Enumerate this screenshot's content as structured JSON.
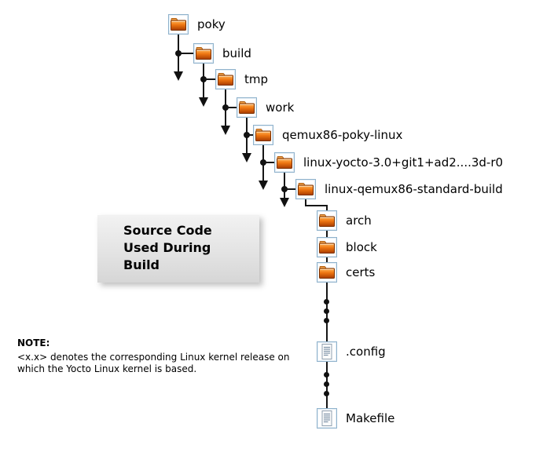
{
  "diagram": {
    "callout": {
      "lines": [
        "Source Code",
        "Used During",
        "Build"
      ]
    },
    "note": {
      "heading": "NOTE:",
      "body_line1": "<x.x> denotes the corresponding Linux kernel release on",
      "body_line2": "which the Yocto Linux kernel is based."
    },
    "tree": {
      "nodes": [
        {
          "label": "poky",
          "icon": "folder-icon"
        },
        {
          "label": "build",
          "icon": "folder-icon"
        },
        {
          "label": "tmp",
          "icon": "folder-icon"
        },
        {
          "label": "work",
          "icon": "folder-icon"
        },
        {
          "label": "qemux86-poky-linux",
          "icon": "folder-icon"
        },
        {
          "label": "linux-yocto-3.0+git1+ad2....3d-r0",
          "icon": "folder-icon"
        },
        {
          "label": "linux-qemux86-standard-build",
          "icon": "folder-icon"
        },
        {
          "label": "arch",
          "icon": "folder-icon"
        },
        {
          "label": "block",
          "icon": "folder-icon"
        },
        {
          "label": "certs",
          "icon": "folder-icon"
        },
        {
          "label": ".config",
          "icon": "file-icon"
        },
        {
          "label": "Makefile",
          "icon": "file-icon"
        }
      ],
      "ellipsis_groups": 2
    },
    "colors": {
      "folder_orange": "#ee7612",
      "folder_outline": "#7c3100",
      "icon_frame_blue": "#8fb2cc",
      "callout_bg": "#e2e2e2",
      "line_black": "#161616"
    }
  }
}
